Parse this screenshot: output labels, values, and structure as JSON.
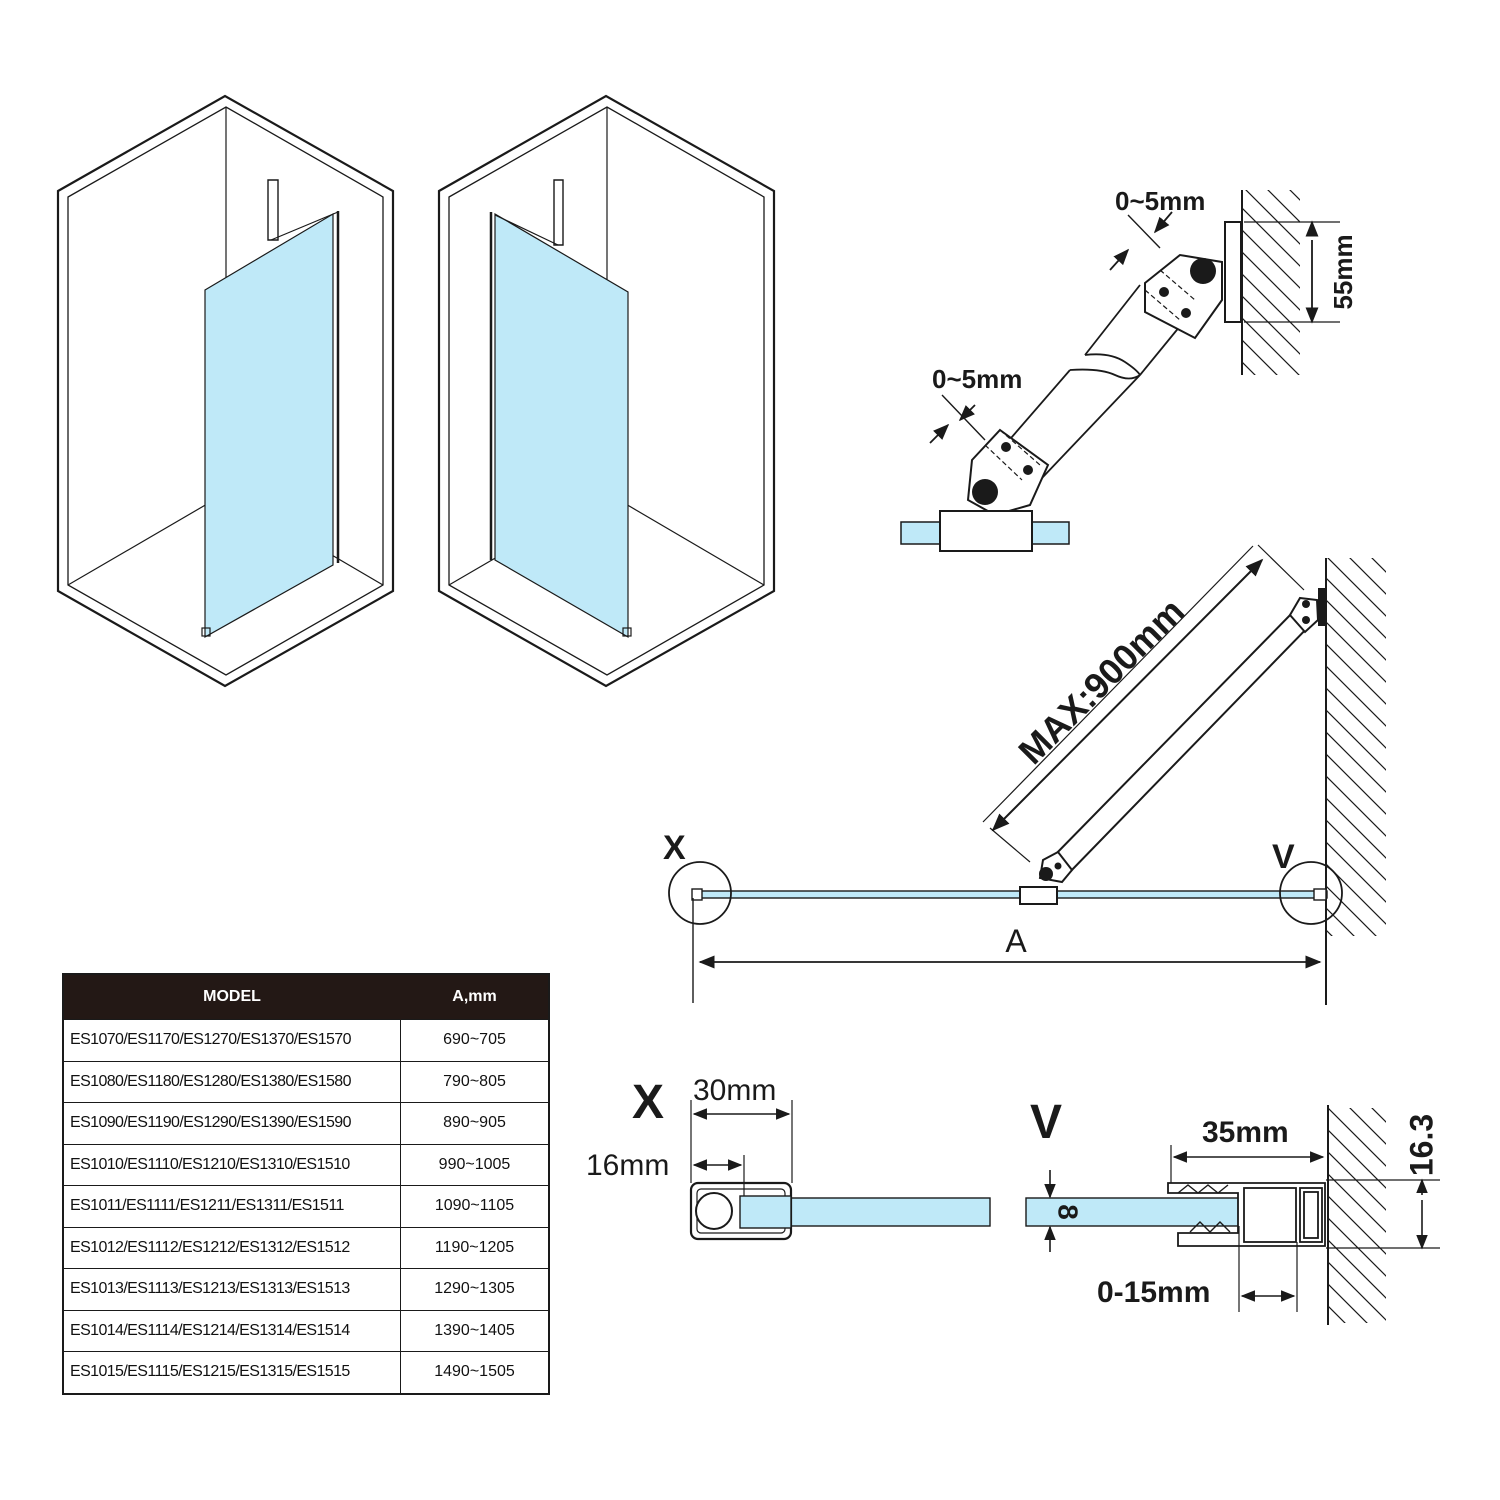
{
  "diagram": {
    "bracket_detail": {
      "gap_top": "0~5mm",
      "gap_bottom": "0~5mm",
      "height": "55mm"
    },
    "plan_view": {
      "arm_length": "MAX:900mm",
      "label_x": "X",
      "label_v": "V",
      "dimension_a": "A"
    },
    "detail_x": {
      "title": "X",
      "width": "30mm",
      "depth": "16mm"
    },
    "detail_v": {
      "title": "V",
      "glass": "8",
      "profile_width": "35mm",
      "adjust": "0-15mm",
      "profile_height": "16.3"
    },
    "colors": {
      "glass": "#bfe9f8",
      "line": "#1a1a1a"
    }
  },
  "table": {
    "headers": [
      "MODEL",
      "A,mm"
    ],
    "rows": [
      [
        "ES1070/ES1170/ES1270/ES1370/ES1570",
        "690~705"
      ],
      [
        "ES1080/ES1180/ES1280/ES1380/ES1580",
        "790~805"
      ],
      [
        "ES1090/ES1190/ES1290/ES1390/ES1590",
        "890~905"
      ],
      [
        "ES1010/ES1110/ES1210/ES1310/ES1510",
        "990~1005"
      ],
      [
        "ES1011/ES1111/ES1211/ES1311/ES1511",
        "1090~1105"
      ],
      [
        "ES1012/ES1112/ES1212/ES1312/ES1512",
        "1190~1205"
      ],
      [
        "ES1013/ES1113/ES1213/ES1313/ES1513",
        "1290~1305"
      ],
      [
        "ES1014/ES1114/ES1214/ES1314/ES1514",
        "1390~1405"
      ],
      [
        "ES1015/ES1115/ES1215/ES1315/ES1515",
        "1490~1505"
      ]
    ]
  }
}
